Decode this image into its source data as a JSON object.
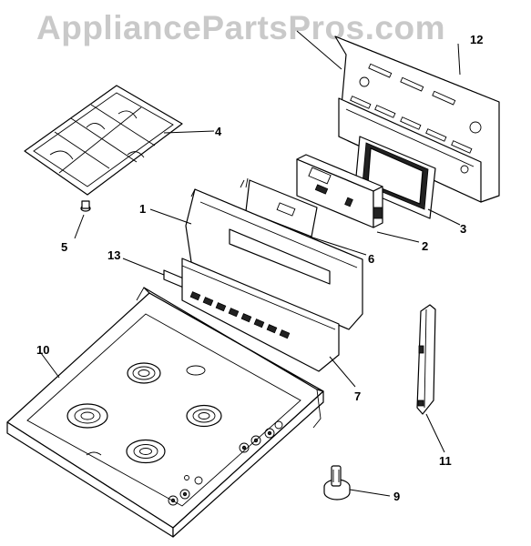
{
  "watermark": {
    "text": "AppliancePartsPros.com"
  },
  "callouts": {
    "c1": "1",
    "c2": "2",
    "c3": "3",
    "c4": "4",
    "c5": "5",
    "c6": "6",
    "c7": "7",
    "c9": "9",
    "c10": "10",
    "c11": "11",
    "c12": "12",
    "c13": "13"
  }
}
